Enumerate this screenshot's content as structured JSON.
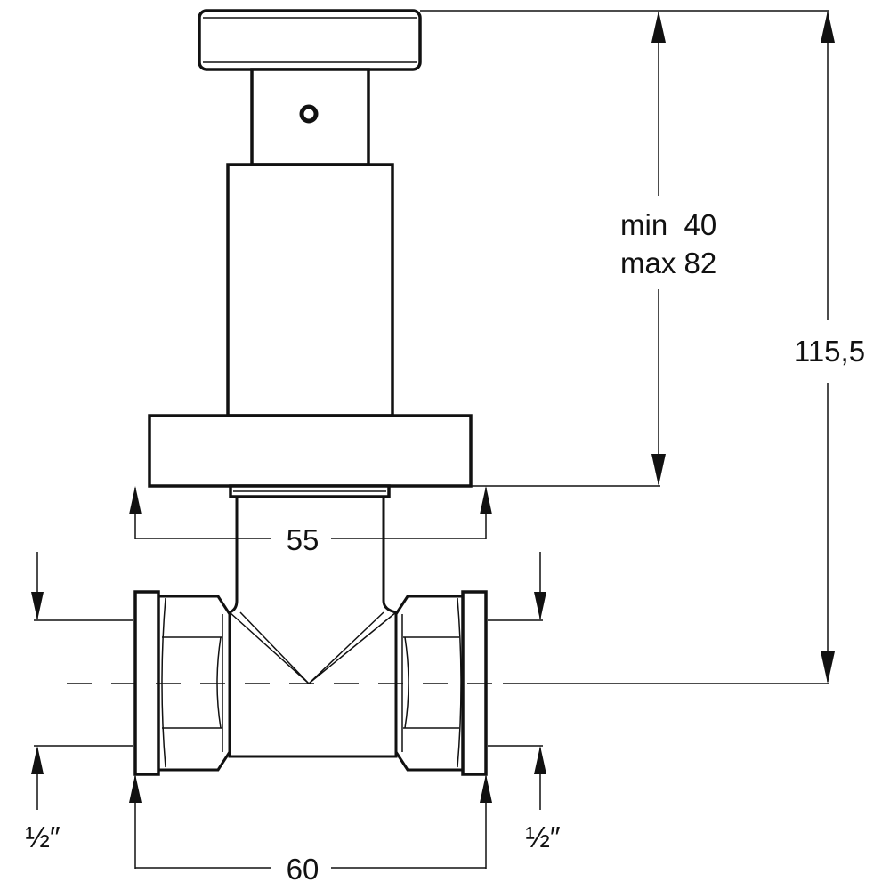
{
  "title": "Valve dimension drawing",
  "dimensions": {
    "overall_height": "115,5",
    "stem_min": "min  40",
    "stem_max": "max 82",
    "flange_width": "55",
    "body_length": "60",
    "thread_left": "½″",
    "thread_right": "½″"
  }
}
